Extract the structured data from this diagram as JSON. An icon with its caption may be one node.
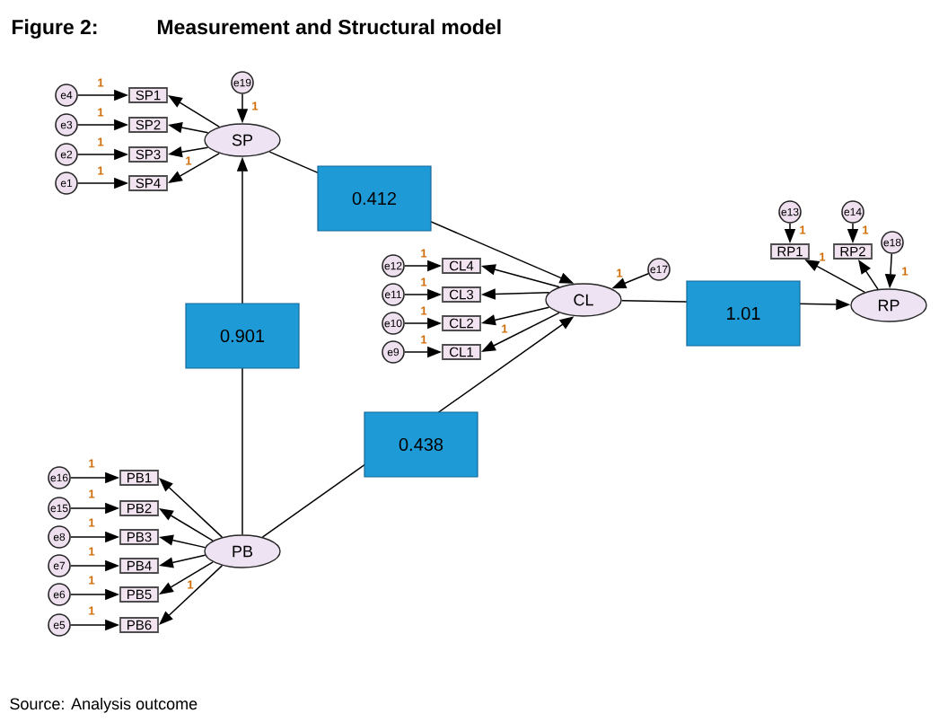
{
  "diagram": {
    "title": "Measurement and Structural model",
    "caption": "Source: Analysis outcome",
    "nodes": [
      {
        "text": [
          "SP"
        ]
      },
      {
        "text": [
          "e19"
        ]
      },
      {
        "text": [
          "SP1"
        ]
      },
      {
        "text": [
          "SP2"
        ]
      },
      {
        "text": [
          "SP3"
        ]
      },
      {
        "text": [
          "SP4"
        ]
      },
      {
        "text": [
          "e4"
        ]
      },
      {
        "text": [
          "e3"
        ]
      },
      {
        "text": [
          "e2"
        ]
      },
      {
        "text": [
          "e1"
        ]
      },
      {
        "text": [
          "CL"
        ]
      },
      {
        "text": [
          "e17"
        ]
      },
      {
        "text": [
          "CL4"
        ]
      },
      {
        "text": [
          "CL3"
        ]
      },
      {
        "text": [
          "CL2"
        ]
      },
      {
        "text": [
          "CL1"
        ]
      },
      {
        "text": [
          "e12"
        ]
      },
      {
        "text": [
          "e11"
        ]
      },
      {
        "text": [
          "e10"
        ]
      },
      {
        "text": [
          "e9"
        ]
      },
      {
        "text": [
          "RP"
        ]
      },
      {
        "text": [
          "RP1"
        ]
      },
      {
        "text": [
          "RP2"
        ]
      },
      {
        "text": [
          "e13"
        ]
      },
      {
        "text": [
          "e14"
        ]
      },
      {
        "text": [
          "e18"
        ]
      },
      {
        "text": [
          "PB"
        ]
      },
      {
        "text": [
          "PB1"
        ]
      },
      {
        "text": [
          "PB2"
        ]
      },
      {
        "text": [
          "PB3"
        ]
      },
      {
        "text": [
          "PB4"
        ]
      },
      {
        "text": [
          "PB5"
        ]
      },
      {
        "text": [
          "PB6"
        ]
      },
      {
        "text": [
          "e16"
        ]
      },
      {
        "text": [
          "e15"
        ]
      },
      {
        "text": [
          "e8"
        ]
      },
      {
        "text": [
          "e7"
        ]
      },
      {
        "text": [
          "e6"
        ]
      },
      {
        "text": [
          "e5"
        ]
      }
    ],
    "edges": [
      {
        "from": 0,
        "to": 2,
        "arrow": "to"
      },
      {
        "from": 0,
        "to": 3,
        "arrow": "to"
      },
      {
        "from": 0,
        "to": 4,
        "arrow": "to",
        "label": "1"
      },
      {
        "from": 0,
        "to": 5,
        "arrow": "to"
      },
      {
        "from": 6,
        "to": 2,
        "arrow": "to",
        "label": "1"
      },
      {
        "from": 7,
        "to": 3,
        "arrow": "to",
        "label": "1"
      },
      {
        "from": 8,
        "to": 4,
        "arrow": "to",
        "label": "1"
      },
      {
        "from": 9,
        "to": 5,
        "arrow": "to",
        "label": "1"
      },
      {
        "from": 1,
        "to": 0,
        "arrow": "to",
        "label": "1"
      },
      {
        "from": 10,
        "to": 12,
        "arrow": "to"
      },
      {
        "from": 10,
        "to": 13,
        "arrow": "to"
      },
      {
        "from": 10,
        "to": 14,
        "arrow": "to",
        "label": "1"
      },
      {
        "from": 10,
        "to": 15,
        "arrow": "to"
      },
      {
        "from": 16,
        "to": 12,
        "arrow": "to",
        "label": "1"
      },
      {
        "from": 17,
        "to": 13,
        "arrow": "to",
        "label": "1"
      },
      {
        "from": 18,
        "to": 14,
        "arrow": "to",
        "label": "1"
      },
      {
        "from": 19,
        "to": 15,
        "arrow": "to",
        "label": "1"
      },
      {
        "from": 11,
        "to": 10,
        "arrow": "to",
        "label": "1"
      },
      {
        "from": 20,
        "to": 21,
        "arrow": "to",
        "label": "1"
      },
      {
        "from": 20,
        "to": 22,
        "arrow": "to"
      },
      {
        "from": 23,
        "to": 21,
        "arrow": "to",
        "label": "1"
      },
      {
        "from": 24,
        "to": 22,
        "arrow": "to",
        "label": "1"
      },
      {
        "from": 25,
        "to": 20,
        "arrow": "to",
        "label": "1"
      },
      {
        "from": 26,
        "to": 27,
        "arrow": "to"
      },
      {
        "from": 26,
        "to": 28,
        "arrow": "to"
      },
      {
        "from": 26,
        "to": 29,
        "arrow": "to"
      },
      {
        "from": 26,
        "to": 30,
        "arrow": "to"
      },
      {
        "from": 26,
        "to": 31,
        "arrow": "to",
        "label": "1"
      },
      {
        "from": 26,
        "to": 32,
        "arrow": "to"
      },
      {
        "from": 33,
        "to": 27,
        "arrow": "to",
        "label": "1"
      },
      {
        "from": 34,
        "to": 28,
        "arrow": "to",
        "label": "1"
      },
      {
        "from": 35,
        "to": 29,
        "arrow": "to",
        "label": "1"
      },
      {
        "from": 36,
        "to": 30,
        "arrow": "to",
        "label": "1"
      },
      {
        "from": 37,
        "to": 31,
        "arrow": "to",
        "label": "1"
      },
      {
        "from": 38,
        "to": 32,
        "arrow": "to",
        "label": "1"
      },
      {
        "from": 26,
        "to": 0,
        "arrow": "to",
        "label": "0.901"
      },
      {
        "from": 0,
        "to": 10,
        "arrow": "to",
        "label": "0.412"
      },
      {
        "from": 26,
        "to": 10,
        "arrow": "to",
        "label": "0.438"
      },
      {
        "from": 10,
        "to": 20,
        "arrow": "to",
        "label": "1.01"
      }
    ],
    "labels": [
      "Figure 2:"
    ]
  }
}
